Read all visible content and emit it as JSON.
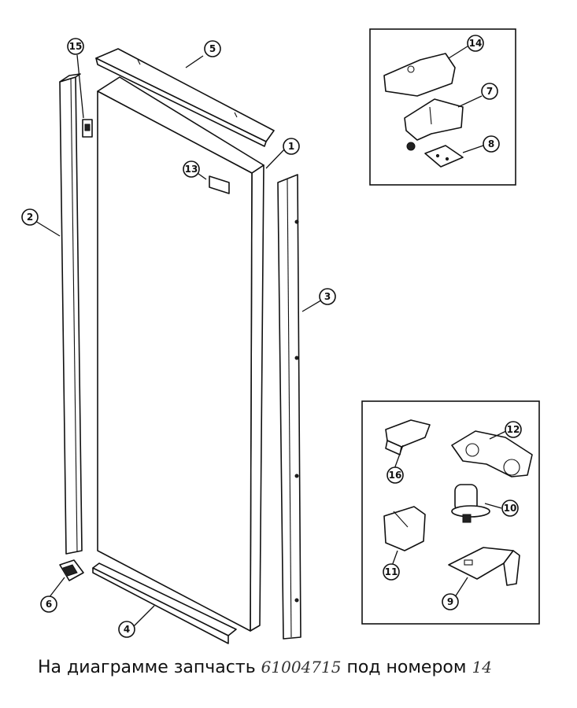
{
  "callouts": {
    "c1": "1",
    "c2": "2",
    "c3": "3",
    "c4": "4",
    "c5": "5",
    "c6": "6",
    "c7": "7",
    "c8": "8",
    "c9": "9",
    "c10": "10",
    "c11": "11",
    "c12": "12",
    "c13": "13",
    "c14": "14",
    "c15": "15",
    "c16": "16"
  },
  "caption": {
    "prefix": "На диаграмме запчасть ",
    "part_number": "61004715",
    "middle": " под номером ",
    "callout_number": "14"
  }
}
